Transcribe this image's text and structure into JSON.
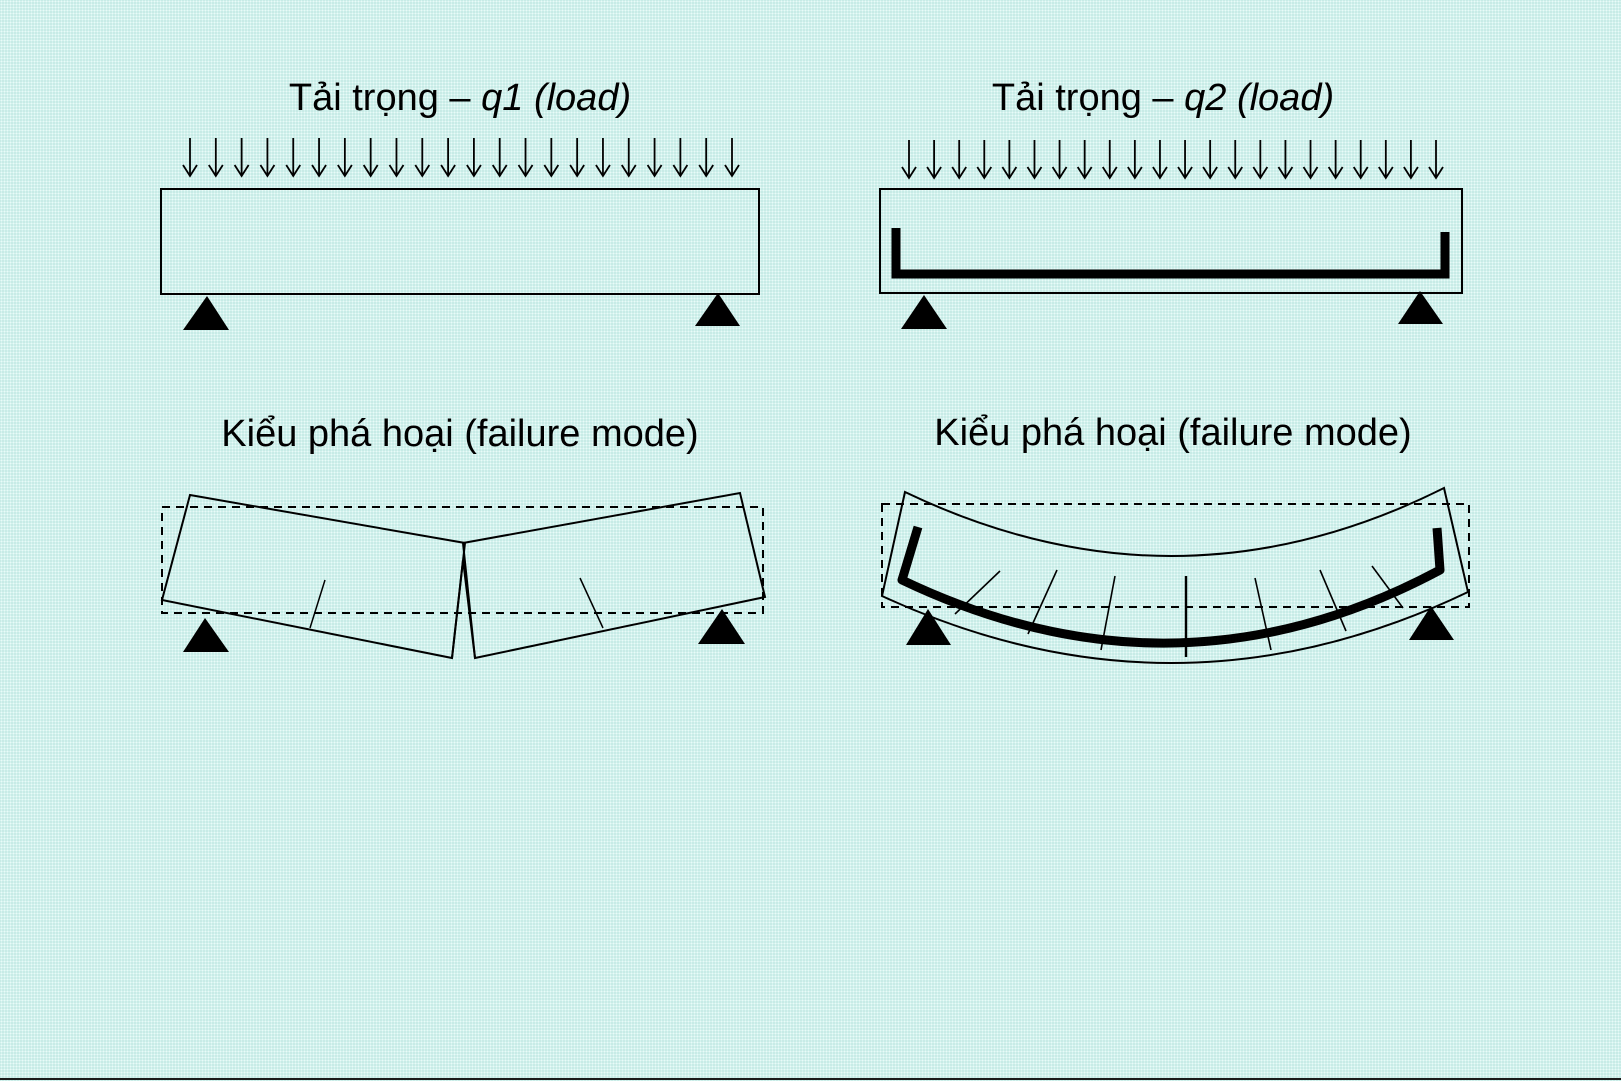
{
  "panels": {
    "left": {
      "title_prefix": "Tải trọng – ",
      "title_symbol": "q1",
      "title_suffix": " (load)",
      "subtitle": "Kiểu phá hoại (failure mode)"
    },
    "right": {
      "title_prefix": "Tải trọng – ",
      "title_symbol": "q2",
      "title_suffix": " (load)",
      "subtitle": "Kiểu phá hoại (failure mode)"
    }
  },
  "load_arrows_per_beam": 22,
  "colors": {
    "background": "#d2f3ee",
    "ink": "#000000"
  }
}
